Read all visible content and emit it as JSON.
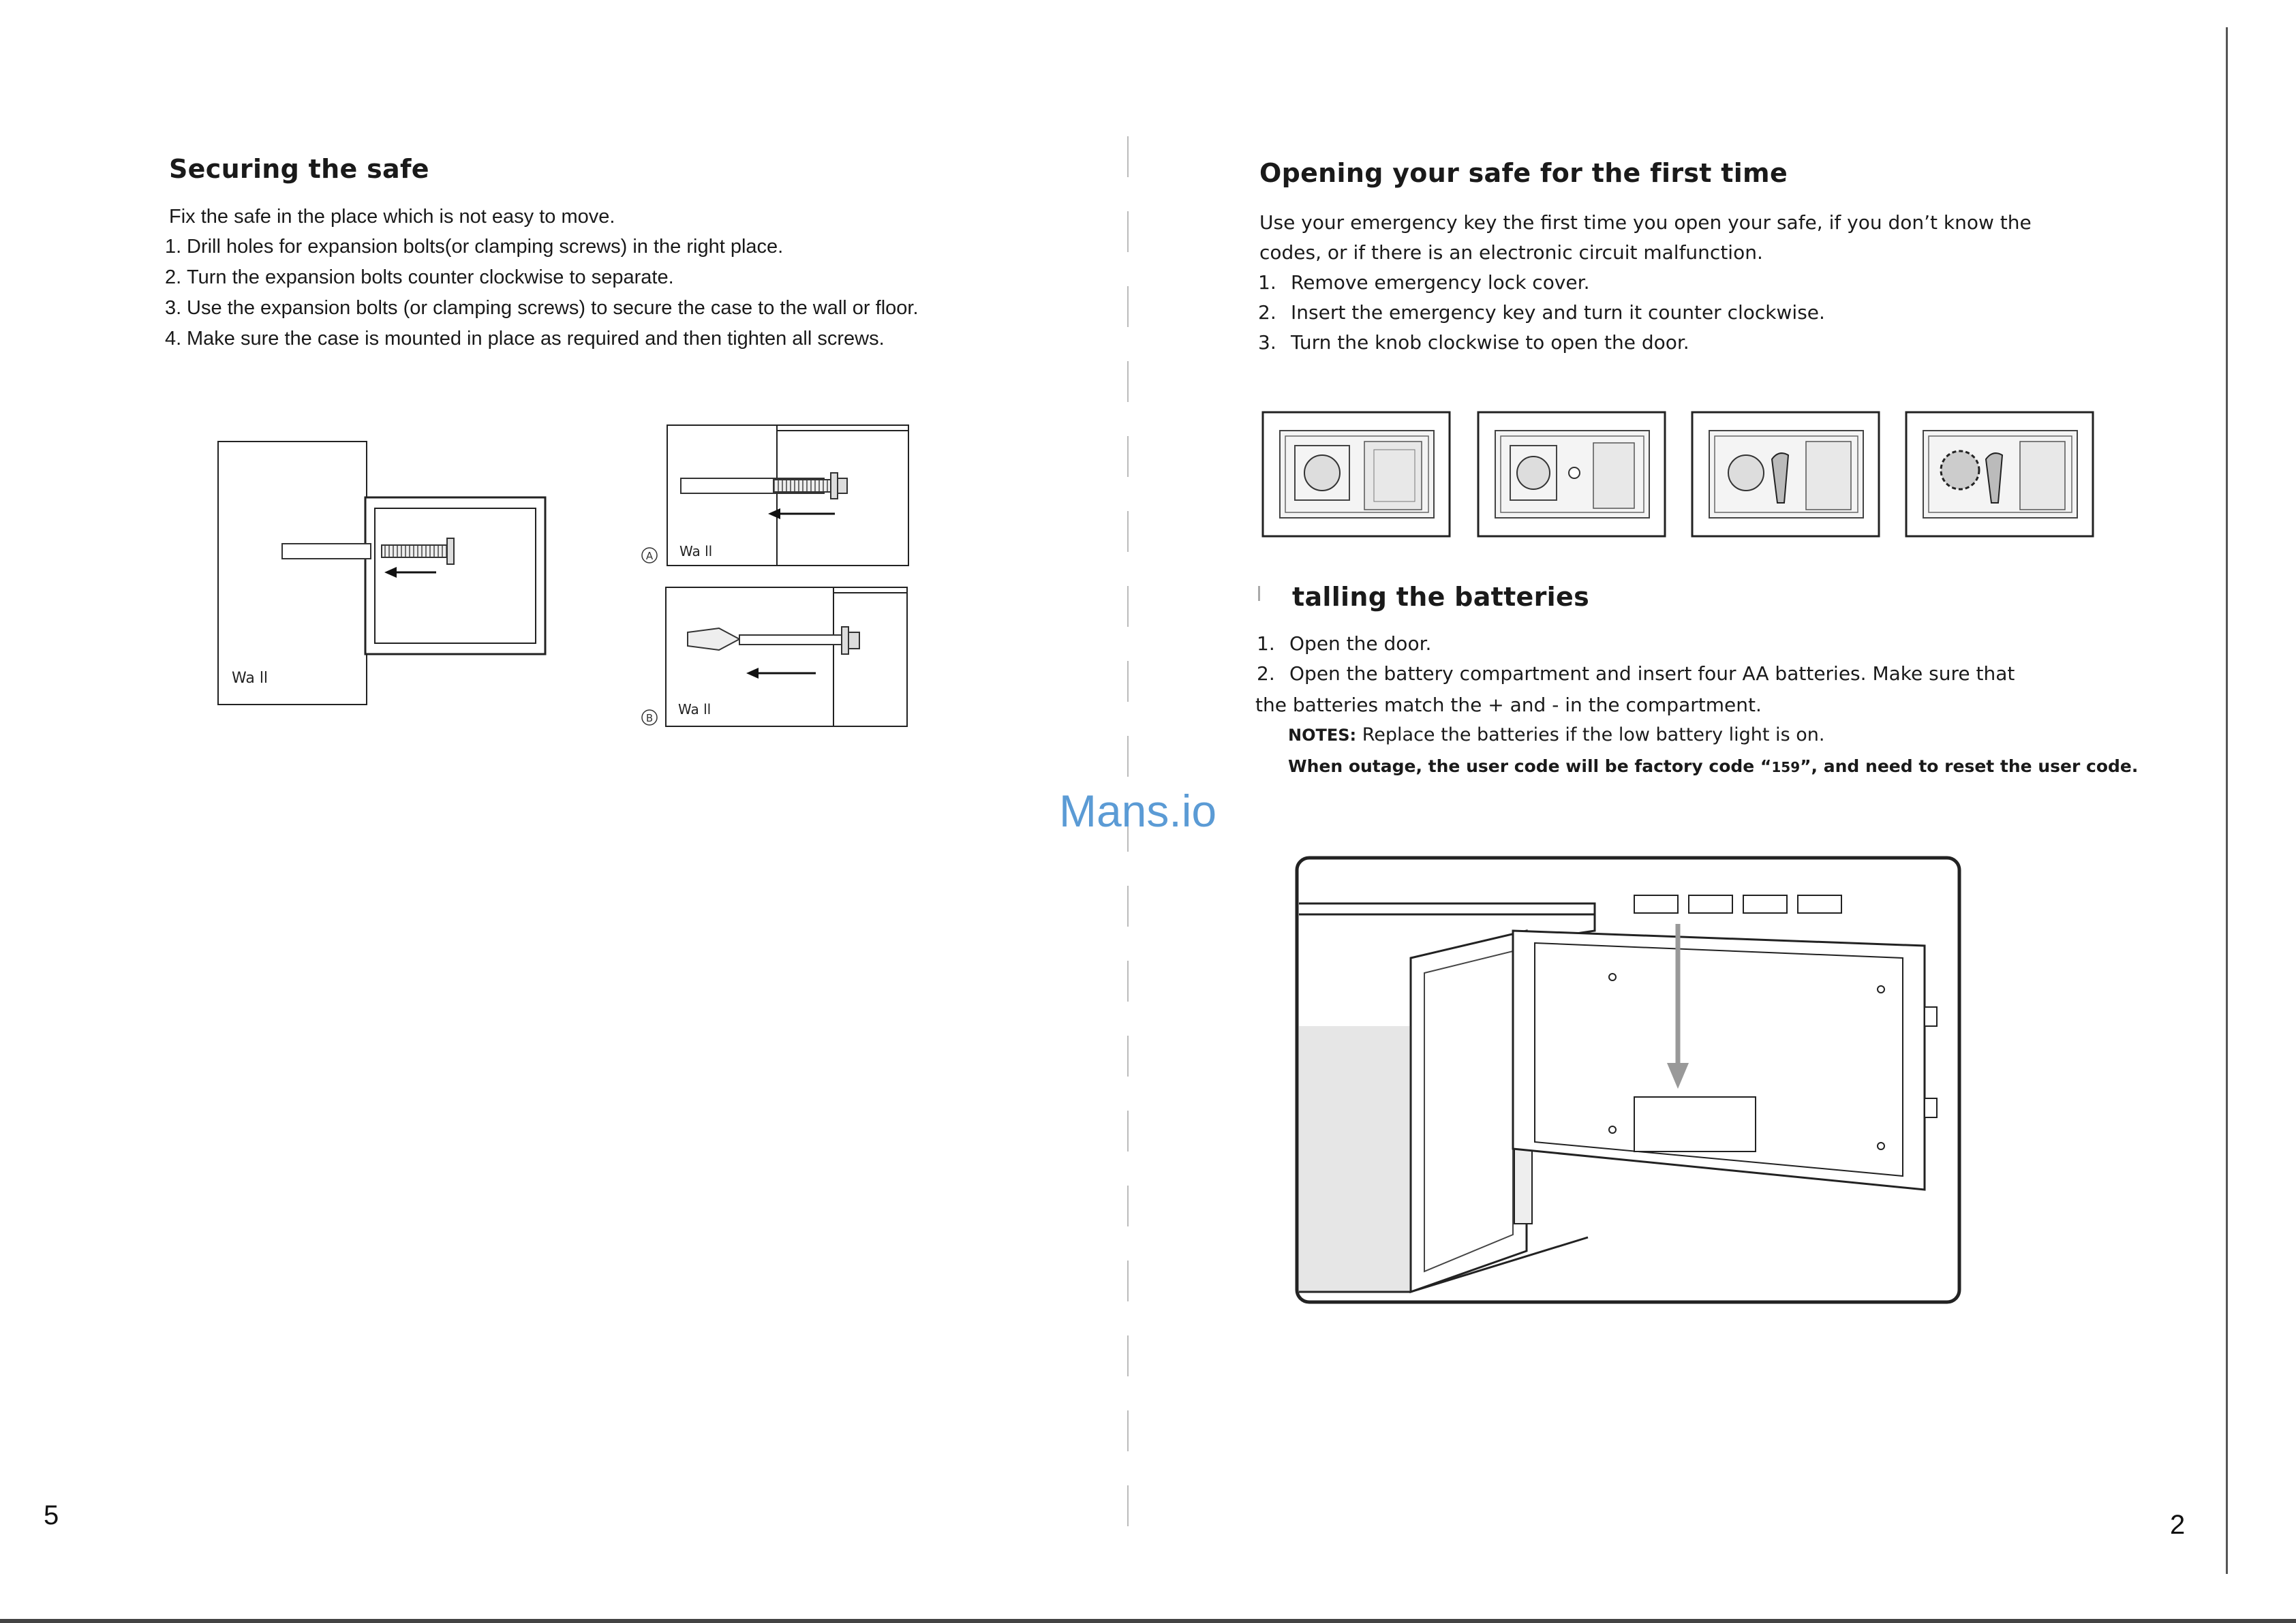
{
  "left_page": {
    "title": "Securing the safe",
    "intro": "Fix the safe in the place which is not easy to move.",
    "steps": [
      {
        "n": "1.",
        "text": "Drill holes for expansion bolts(or clamping screws) in the right place."
      },
      {
        "n": "2.",
        "text": "Turn the expansion bolts counter clockwise to separate."
      },
      {
        "n": "3.",
        "text": "Use the expansion bolts (or clamping screws) to secure the case to the wall or floor."
      },
      {
        "n": "4.",
        "text": "Make sure the case is mounted in place as required and then tighten all screws."
      }
    ],
    "figures": {
      "wall_label_1": "Wa ll",
      "wall_label_a": "Wa ll",
      "wall_label_b": "Wa ll",
      "marker_a": "A",
      "marker_b": "B"
    },
    "page_number": "5"
  },
  "right_page": {
    "opening": {
      "title": "Opening your safe for the first time",
      "intro_line1": "Use your emergency key the first time you open your safe, if you don’t know the",
      "intro_line2": "codes, or if there is an electronic circuit malfunction.",
      "steps": [
        {
          "n": "1.",
          "text": "Remove emergency lock cover."
        },
        {
          "n": "2.",
          "text": "Insert the emergency key and turn it counter clockwise."
        },
        {
          "n": "3.",
          "text": "Turn the knob clockwise to open the door."
        }
      ]
    },
    "batteries": {
      "title": "talling the batteries",
      "steps": [
        {
          "n": "1.",
          "text": "Open the door."
        },
        {
          "n": "2.",
          "text": "Open the battery compartment and insert four AA batteries. Make sure that"
        }
      ],
      "continuation": "the  batteries match the + and - in the compartment.",
      "notes_label": "NOTES:",
      "notes_text": "Replace the batteries if the low battery light is on.",
      "outage_pre": "When outage, the user code will be factory code “",
      "outage_code": "159",
      "outage_post": "”, and need to reset the user code."
    },
    "page_number": "2"
  },
  "watermark": "Mans.io"
}
